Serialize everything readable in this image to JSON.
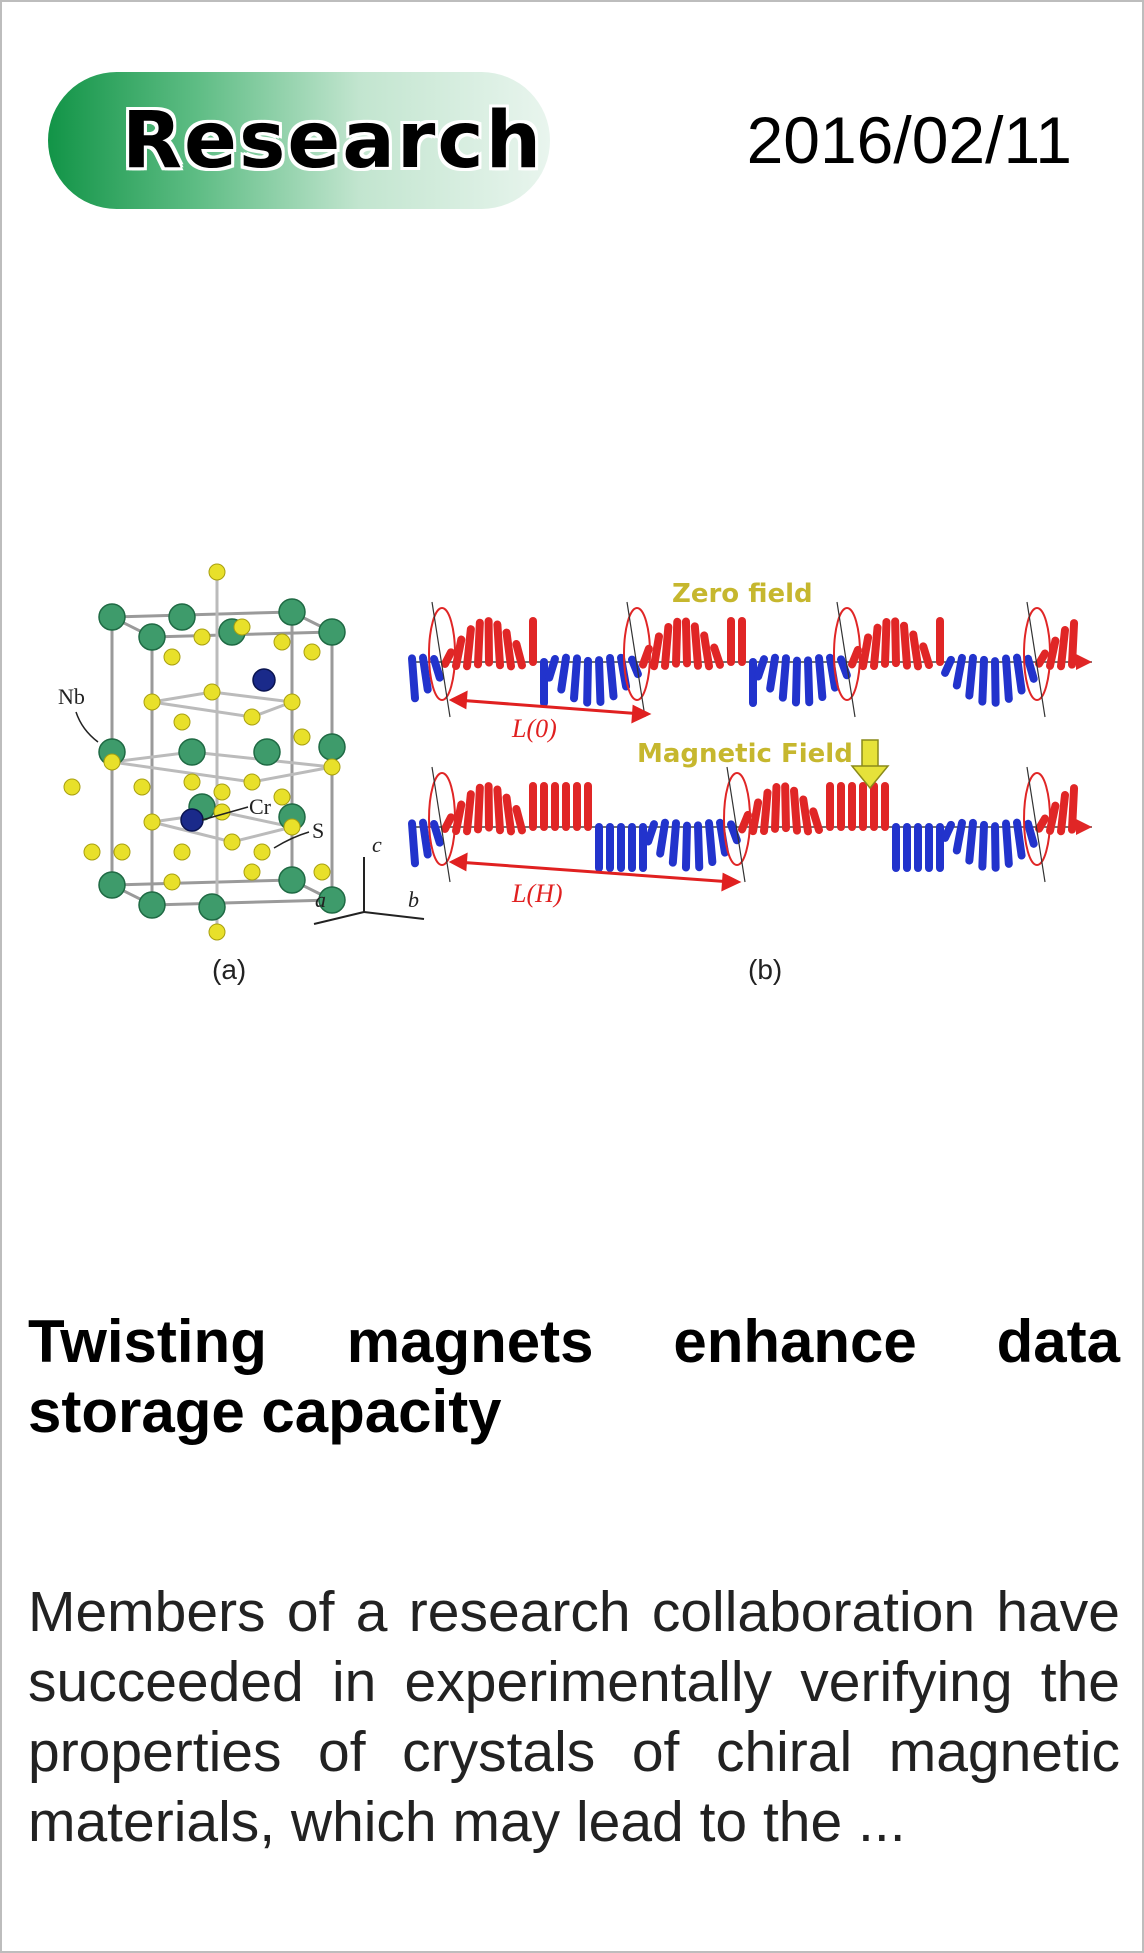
{
  "card": {
    "category": "Research",
    "date": "2016/02/11",
    "title": "Twisting magnets enhance data storage capacity",
    "summary": "Members of a research collaboration have succeeded in experimentally verifying the properties of crystals of chiral magnetic materials, which may lead to the  ...",
    "accent_color": "#129447"
  },
  "figure": {
    "panel_a": {
      "caption": "(a)",
      "labels": {
        "nb": "Nb",
        "cr": "Cr",
        "s": "S",
        "axis_a": "a",
        "axis_b": "b",
        "axis_c": "c"
      }
    },
    "panel_b": {
      "caption": "(b)",
      "zero_field": "Zero field",
      "magnetic_field": "Magnetic Field",
      "period_zero": "L(0)",
      "period_field": "L(H)"
    }
  }
}
